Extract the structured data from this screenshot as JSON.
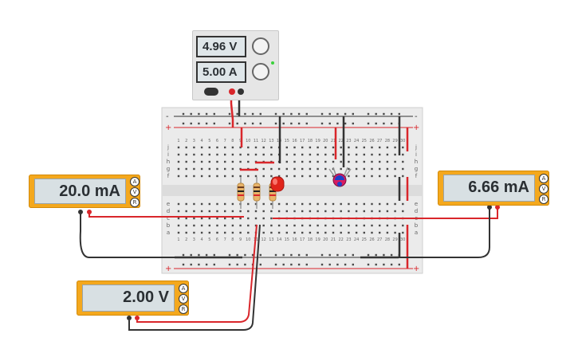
{
  "power_supply": {
    "voltage": "4.96 V",
    "current": "5.00 A"
  },
  "meters": {
    "left_ammeter": "20.0 mA",
    "right_ammeter": "6.66 mA",
    "voltmeter": "2.00 V"
  },
  "meter_buttons": [
    "A",
    "V",
    "R"
  ],
  "breadboard": {
    "column_numbers": [
      "1",
      "2",
      "3",
      "4",
      "5",
      "6",
      "7",
      "8",
      "9",
      "10",
      "11",
      "12",
      "13",
      "14",
      "15",
      "16",
      "17",
      "18",
      "19",
      "20",
      "21",
      "22",
      "23",
      "24",
      "25",
      "26",
      "27",
      "28",
      "29",
      "30"
    ],
    "row_letters_top": [
      "j",
      "i",
      "h",
      "g",
      "f"
    ],
    "row_letters_bottom": [
      "e",
      "d",
      "c",
      "b",
      "a"
    ],
    "rail_plus": "+",
    "rail_minus": "-"
  },
  "colors": {
    "meter_body": "#f4a81d",
    "wire_red": "#d9262b",
    "wire_black": "#333333",
    "led": "#e0251b"
  }
}
